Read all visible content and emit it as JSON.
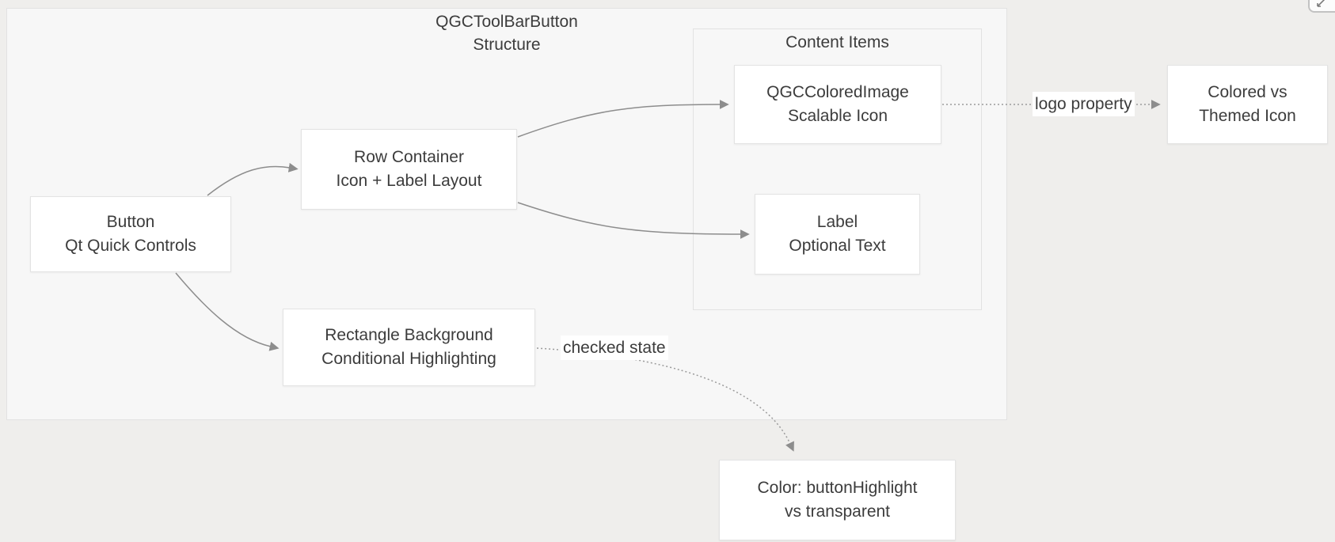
{
  "diagram": {
    "title_line1": "QGCToolBarButton",
    "title_line2": "Structure",
    "content_group_label": "Content Items",
    "nodes": {
      "button": {
        "line1": "Button",
        "line2": "Qt Quick Controls"
      },
      "row_container": {
        "line1": "Row Container",
        "line2": "Icon + Label Layout"
      },
      "colored_image": {
        "line1": "QGCColoredImage",
        "line2": "Scalable Icon"
      },
      "label_node": {
        "line1": "Label",
        "line2": "Optional Text"
      },
      "colored_vs_themed": {
        "line1": "Colored vs",
        "line2": "Themed Icon"
      },
      "rectangle_bg": {
        "line1": "Rectangle Background",
        "line2": "Conditional Highlighting"
      },
      "color_highlight": {
        "line1": "Color: buttonHighlight",
        "line2": "vs transparent"
      }
    },
    "edge_labels": {
      "logo_property": "logo property",
      "checked_state": "checked state"
    },
    "colors": {
      "page_bg": "#efeeec",
      "cluster_fill": "#f7f7f7",
      "cluster_border": "#e2e2e2",
      "node_fill": "#ffffff",
      "node_border": "#e3e3e3",
      "edge_stroke": "#8d8d8d",
      "text": "#3c3c3c"
    }
  },
  "controls": {
    "expand_button": "expand"
  }
}
